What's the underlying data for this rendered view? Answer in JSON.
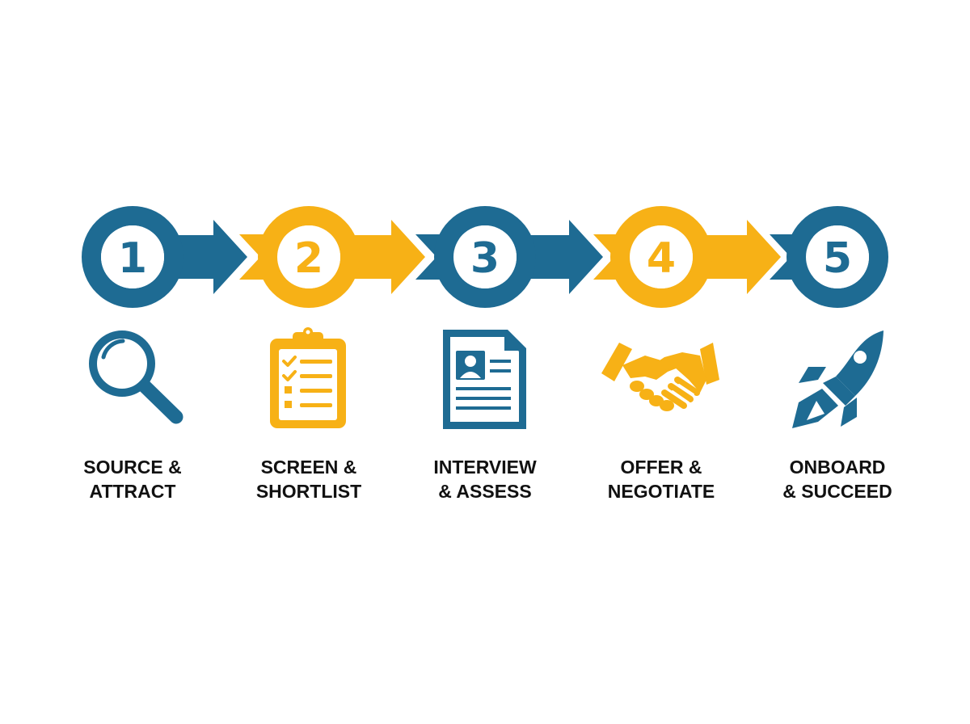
{
  "colors": {
    "blue": "#1e6b93",
    "yellow": "#f7b116",
    "background": "#ffffff",
    "label": "#111111"
  },
  "steps": [
    {
      "number": "1",
      "color": "blue",
      "icon": "magnifying-glass-icon",
      "label_line1": "SOURCE &",
      "label_line2": "ATTRACT"
    },
    {
      "number": "2",
      "color": "yellow",
      "icon": "clipboard-checklist-icon",
      "label_line1": "SCREEN &",
      "label_line2": "SHORTLIST"
    },
    {
      "number": "3",
      "color": "blue",
      "icon": "resume-document-icon",
      "label_line1": "INTERVIEW",
      "label_line2": "& ASSESS"
    },
    {
      "number": "4",
      "color": "yellow",
      "icon": "handshake-icon",
      "label_line1": "OFFER &",
      "label_line2": "NEGOTIATE"
    },
    {
      "number": "5",
      "color": "blue",
      "icon": "rocket-icon",
      "label_line1": "ONBOARD",
      "label_line2": "& SUCCEED"
    }
  ]
}
